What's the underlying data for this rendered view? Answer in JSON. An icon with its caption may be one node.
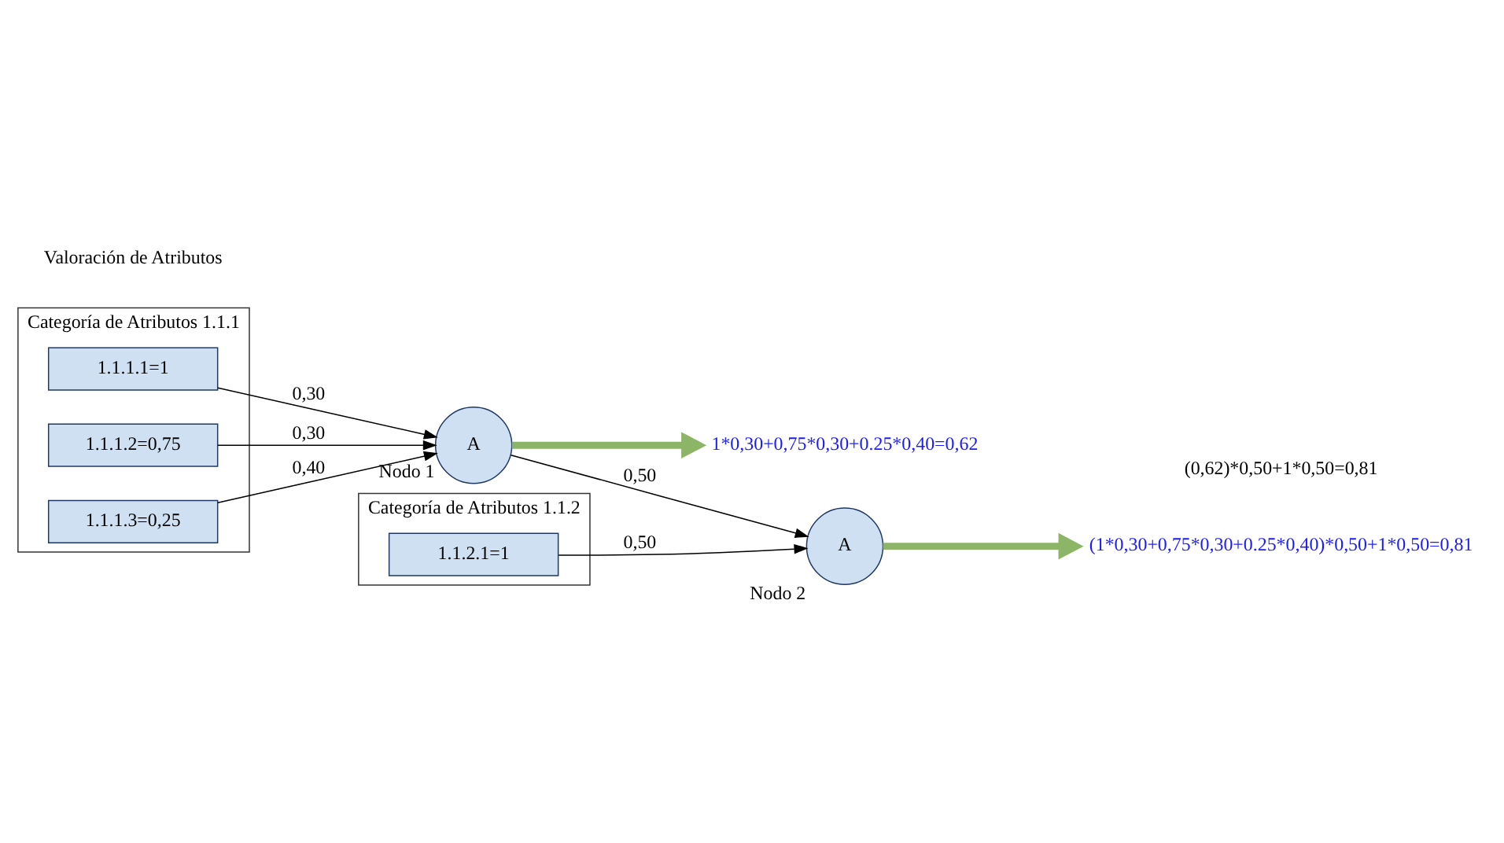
{
  "diagram": {
    "nodes": [
      {
        "text": [
          "Categoría de Atributos 1.1.1"
        ]
      },
      {
        "text": [
          "1.1.1.1=1"
        ],
        "in": 0
      },
      {
        "text": [
          "1.1.1.2=0,75"
        ],
        "in": 0
      },
      {
        "text": [
          "1.1.1.3=0,25"
        ],
        "in": 0
      },
      {
        "text": [
          "Categoría de Atributos 1.1.2"
        ]
      },
      {
        "text": [
          "1.1.2.1=1"
        ],
        "in": 4
      },
      {
        "text": [
          "A"
        ],
        "beside": [
          "Nodo 1"
        ]
      },
      {
        "text": [
          "A"
        ],
        "beside": [
          "Nodo 2"
        ]
      },
      {
        "text": [
          "1*0,30+0,75*0,30+0.25*0,40=0,62"
        ]
      },
      {
        "text": [
          "(1*0,30+0,75*0,30+0.25*0,40)*0,50+1*0,50=0,81"
        ]
      }
    ],
    "edges": [
      {
        "from": 1,
        "to": 6,
        "arrow": "to",
        "label": "0,30"
      },
      {
        "from": 2,
        "to": 6,
        "arrow": "to",
        "label": "0,30"
      },
      {
        "from": 3,
        "to": 6,
        "arrow": "to",
        "label": "0,40"
      },
      {
        "from": 6,
        "to": 7,
        "arrow": "to",
        "label": "0,50"
      },
      {
        "from": 5,
        "to": 7,
        "arrow": "to",
        "label": "0,50"
      },
      {
        "from": 6,
        "to": 8,
        "arrow": "to",
        "style": "thick",
        "color": "#8cb567"
      },
      {
        "from": 7,
        "to": 9,
        "arrow": "to",
        "style": "thick",
        "color": "#8cb567"
      }
    ],
    "labels": [
      "Valoración de Atributos",
      "(0,62)*0,50+1*0,50=0,81"
    ]
  }
}
